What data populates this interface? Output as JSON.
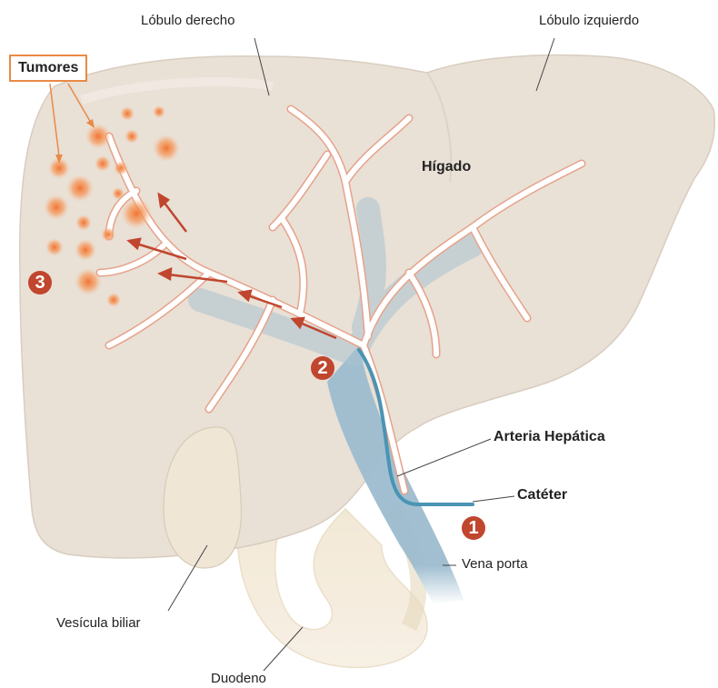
{
  "labels": {
    "right_lobe": "Lóbulo derecho",
    "left_lobe": "Lóbulo izquierdo",
    "liver": "Hígado",
    "tumors": "Tumores",
    "hepatic_artery": "Arteria Hepática",
    "catheter": "Catéter",
    "portal_vein": "Vena porta",
    "gallbladder": "Vesícula biliar",
    "duodenum": "Duodeno"
  },
  "steps": [
    "1",
    "2",
    "3"
  ],
  "colors": {
    "liver": "#e9e0d6",
    "liver_shade": "#ddd2c5",
    "vein": "#9dbccf",
    "artery_outline": "#e6a28a",
    "catheter": "#4a94b4",
    "flow_arrow": "#c0462e",
    "tumor": "#f08a3e",
    "badge": "#c0462e",
    "callout": "#e98a45",
    "duodenum": "#efe3cc"
  }
}
